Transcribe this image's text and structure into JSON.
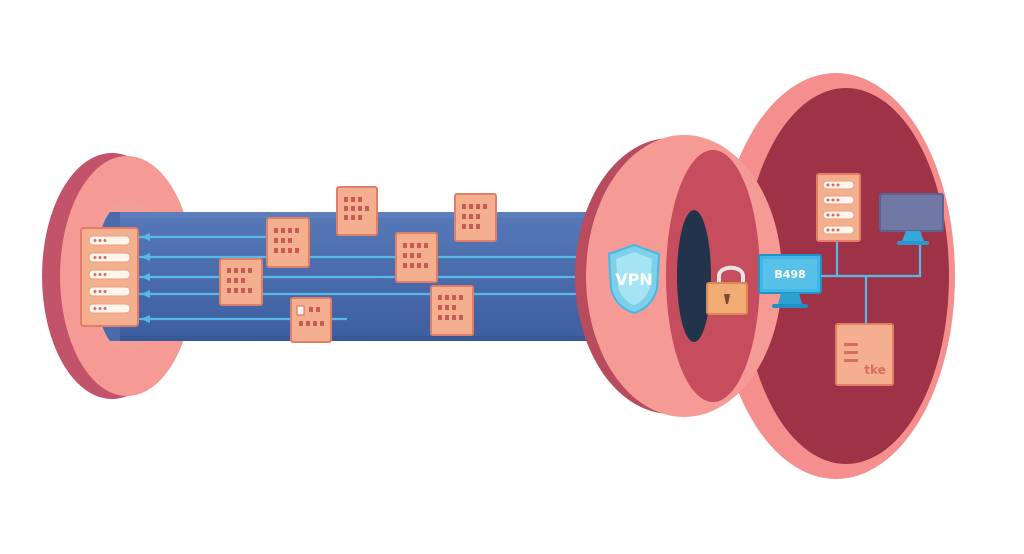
{
  "colors": {
    "background": "#ffffff",
    "tunnel_blue": "#4a69a6",
    "rim_dark": "#b84b5d",
    "rim_light": "#f69a95",
    "inner_chamber": "#9e3348",
    "inner_hole": "#22344b",
    "packet_fill": "#f4b08e",
    "packet_border": "#e17d69",
    "packet_dots": "#c85a58",
    "data_lines": "#59b9e6",
    "shield": "#7ed0ea",
    "monitor": "#42b6e6",
    "monitor_gray": "#7078a3",
    "lock_body": "#f2ab75",
    "lock_shackle": "#e7e5e4"
  },
  "icons": {
    "shield": "shield-icon",
    "lock": "padlock-icon",
    "server_left": "server-rack-icon",
    "server_right": "server-rack-icon",
    "monitor_blue": "desktop-monitor-icon",
    "monitor_gray": "desktop-monitor-icon",
    "packets": "data-packet-icon"
  },
  "labels": {
    "shield_text": "VPN",
    "monitor_text": "B498",
    "server_badge": "tke"
  }
}
